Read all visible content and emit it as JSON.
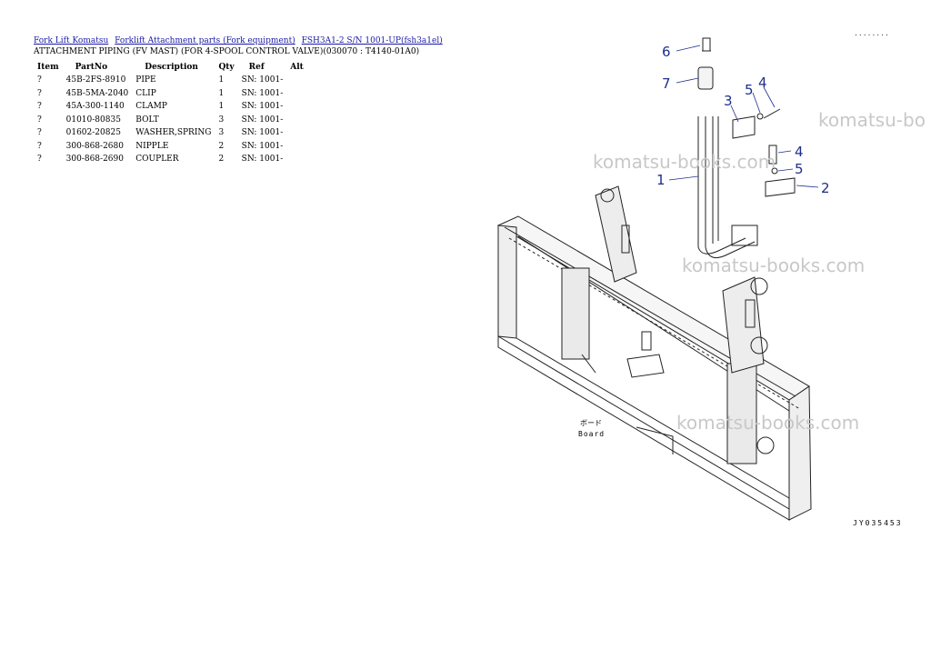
{
  "breadcrumb": {
    "links": [
      "Fork Lift Komatsu",
      "Forklift Attachment parts (Fork equipment)",
      "FSH3A1-2 S/N 1001-UP(fsh3a1el)"
    ]
  },
  "subtitle": "ATTACHMENT PIPING (FV MAST) (FOR 4-SPOOL CONTROL VALVE)(030070 : T4140-01A0)",
  "table": {
    "headers": [
      "Item",
      "PartNo",
      "Description",
      "Qty",
      "Ref",
      "Alt"
    ],
    "rows": [
      [
        "?",
        "45B-2FS-8910",
        "PIPE",
        "1",
        "SN: 1001-",
        ""
      ],
      [
        "?",
        "45B-5MA-2040",
        "CLIP",
        "1",
        "SN: 1001-",
        ""
      ],
      [
        "?",
        "45A-300-1140",
        "CLAMP",
        "1",
        "SN: 1001-",
        ""
      ],
      [
        "?",
        "01010-80835",
        "BOLT",
        "3",
        "SN: 1001-",
        ""
      ],
      [
        "?",
        "01602-20825",
        "WASHER,SPRING",
        "3",
        "SN: 1001-",
        ""
      ],
      [
        "?",
        "300-868-2680",
        "NIPPLE",
        "2",
        "SN: 1001-",
        ""
      ],
      [
        "?",
        "300-868-2690",
        "COUPLER",
        "2",
        "SN: 1001-",
        ""
      ]
    ]
  },
  "diagram": {
    "callouts": [
      "6",
      "7",
      "3",
      "5",
      "4",
      "1",
      "4",
      "5",
      "2"
    ],
    "board_label_jp": "ボード",
    "board_label": "Board",
    "drawing_code": "JY035453",
    "dots": "........"
  },
  "watermark": "komatsu-books.com",
  "watermark_partial": "komatsu-bo"
}
